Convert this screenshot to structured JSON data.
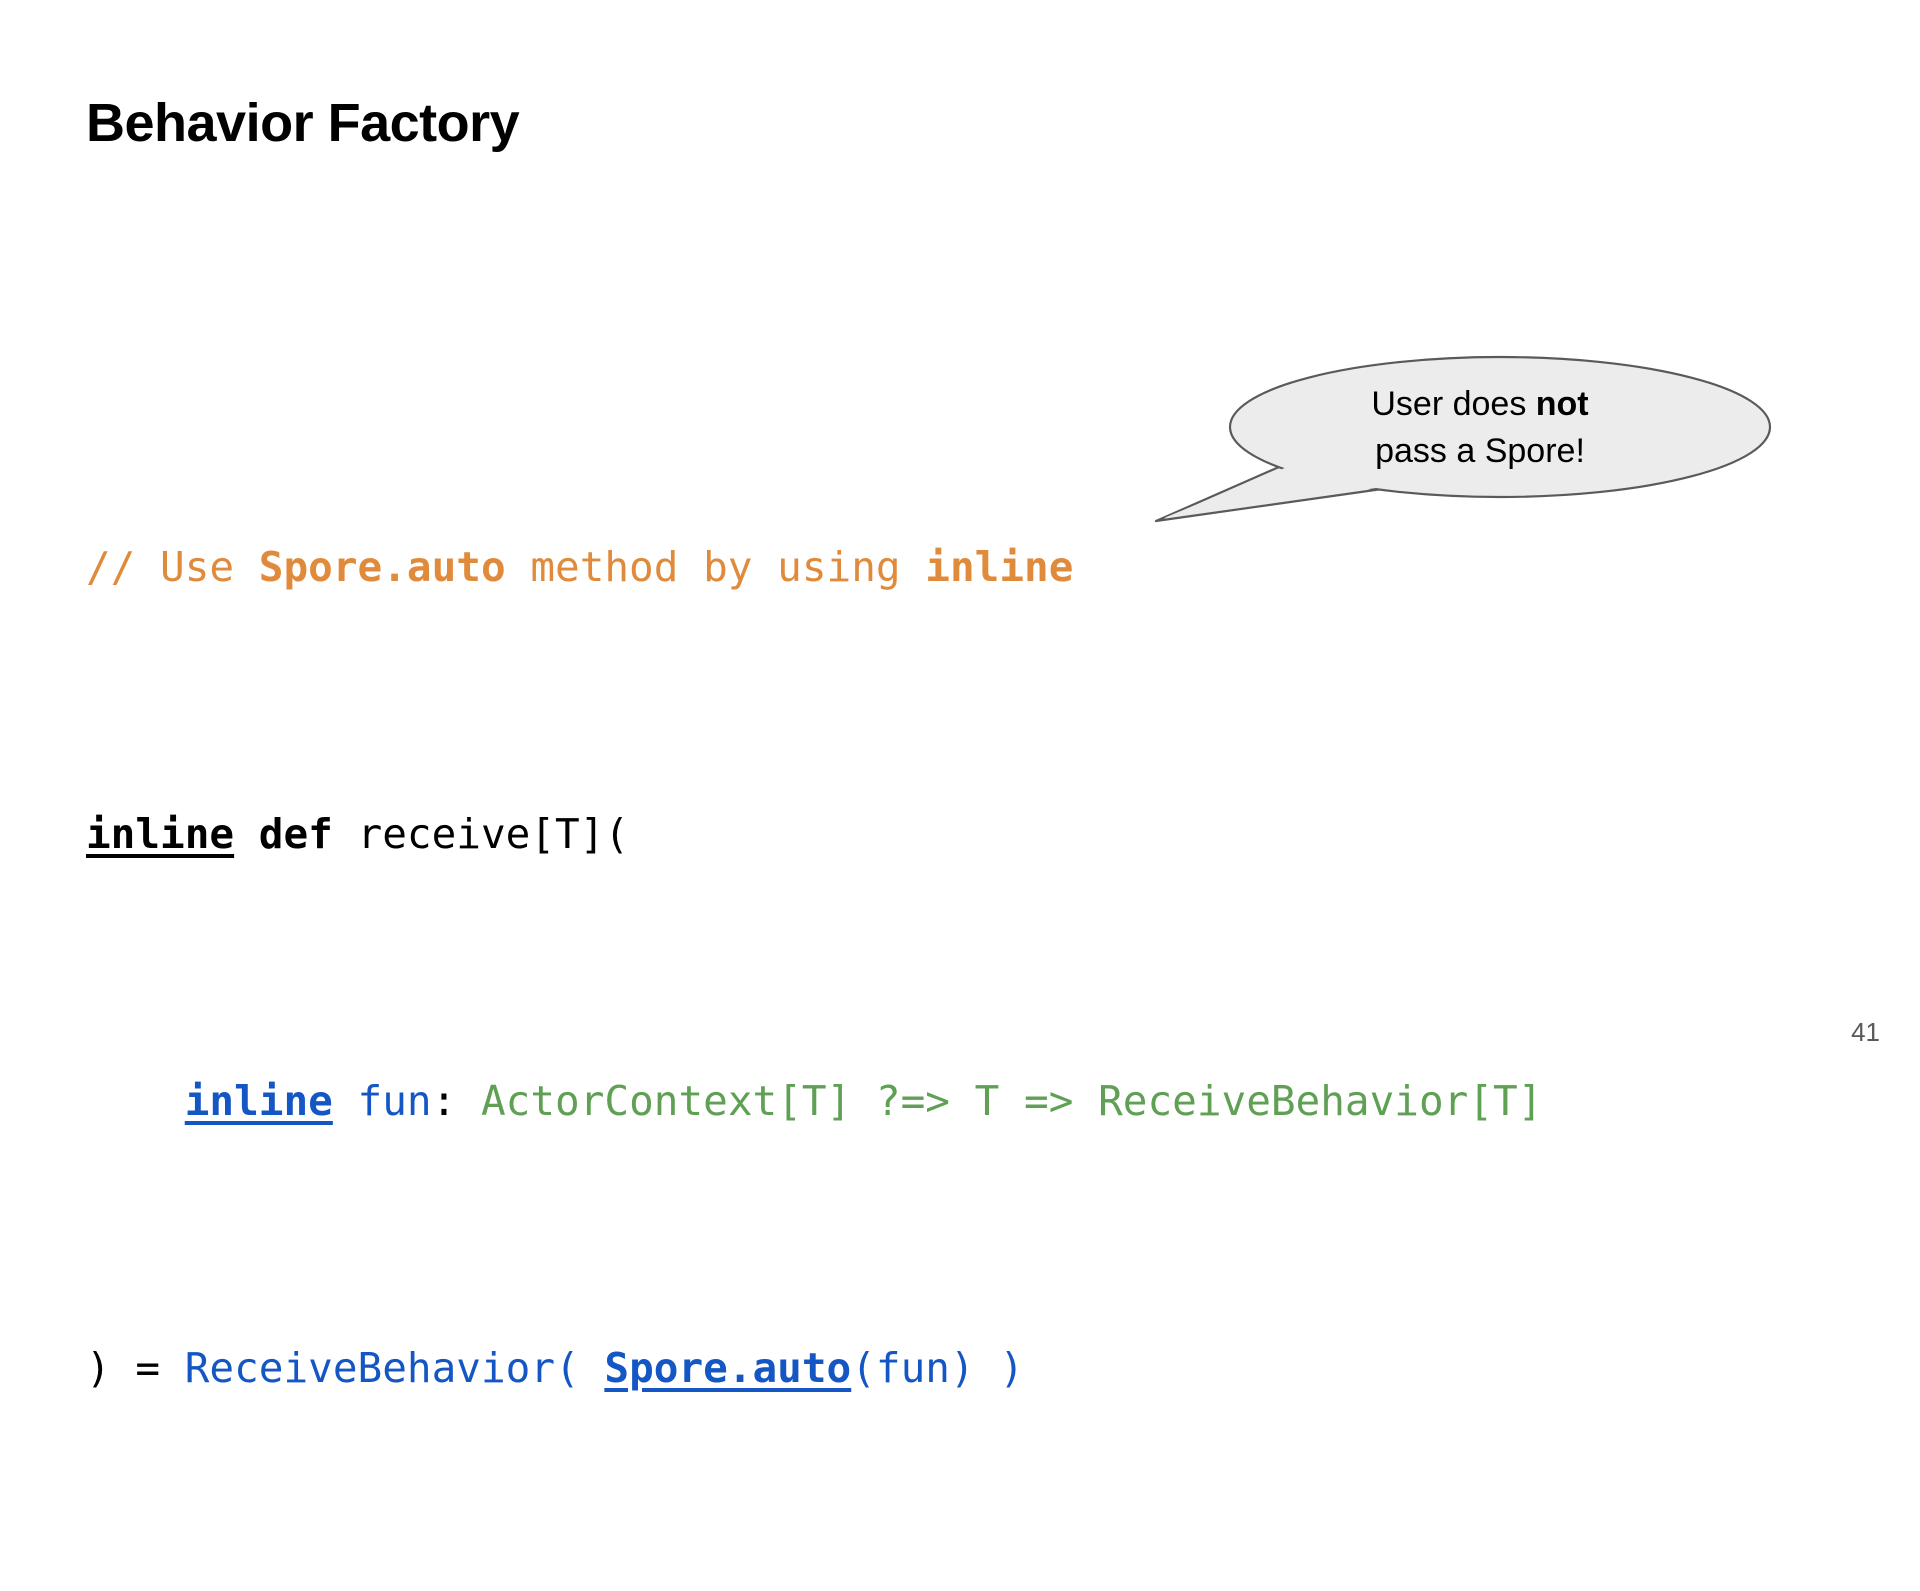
{
  "slide": {
    "title": "Behavior Factory",
    "page_number": "41",
    "background_color": "#ffffff"
  },
  "colors": {
    "comment_orange": "#E08B3C",
    "keyword_black": "#000000",
    "identifier_blue": "#1457C4",
    "type_green": "#5FA055",
    "bubble_fill": "#ECECEC",
    "bubble_stroke": "#5A5A5A",
    "page_number_gray": "#595959"
  },
  "code": {
    "language": "scala",
    "lines": [
      {
        "id": "line-1-comment",
        "tokens": [
          {
            "text": "// Use ",
            "color": "comment",
            "bold": false,
            "underline": false
          },
          {
            "text": "Spore.auto",
            "color": "comment",
            "bold": true,
            "underline": false
          },
          {
            "text": " method by using ",
            "color": "comment",
            "bold": false,
            "underline": false
          },
          {
            "text": "inline",
            "color": "comment",
            "bold": true,
            "underline": false
          }
        ]
      },
      {
        "id": "line-2-def",
        "tokens": [
          {
            "text": "inline",
            "color": "black",
            "bold": true,
            "underline": true
          },
          {
            "text": " ",
            "color": "black",
            "bold": false,
            "underline": false
          },
          {
            "text": "def",
            "color": "black",
            "bold": true,
            "underline": false
          },
          {
            "text": " receive[T](",
            "color": "black",
            "bold": false,
            "underline": false
          }
        ]
      },
      {
        "id": "line-3-param",
        "tokens": [
          {
            "text": "    ",
            "color": "black",
            "bold": false,
            "underline": false
          },
          {
            "text": "inline",
            "color": "blue",
            "bold": true,
            "underline": true
          },
          {
            "text": " fun",
            "color": "blue",
            "bold": false,
            "underline": false
          },
          {
            "text": ":",
            "color": "black",
            "bold": false,
            "underline": false
          },
          {
            "text": " ActorContext[T] ?=> T => ReceiveBehavior[T]",
            "color": "green",
            "bold": false,
            "underline": false
          }
        ]
      },
      {
        "id": "line-4-body",
        "tokens": [
          {
            "text": ") = ",
            "color": "black",
            "bold": false,
            "underline": false
          },
          {
            "text": "ReceiveBehavior( ",
            "color": "blue",
            "bold": false,
            "underline": false
          },
          {
            "text": "Spore.auto",
            "color": "blue",
            "bold": true,
            "underline": true
          },
          {
            "text": "(fun) )",
            "color": "blue",
            "bold": false,
            "underline": false
          }
        ]
      }
    ],
    "plain_text": "// Use Spore.auto method by using inline\ninline def receive[T](\n    inline fun: ActorContext[T] ?=> T => ReceiveBehavior[T]\n) = ReceiveBehavior( Spore.auto(fun) )"
  },
  "callout": {
    "shape": "speech-bubble-ellipse",
    "line1_prefix": "User does ",
    "line1_emphasis": "not",
    "line2": "pass a Spore!",
    "full_text": "User does not pass a Spore!"
  }
}
